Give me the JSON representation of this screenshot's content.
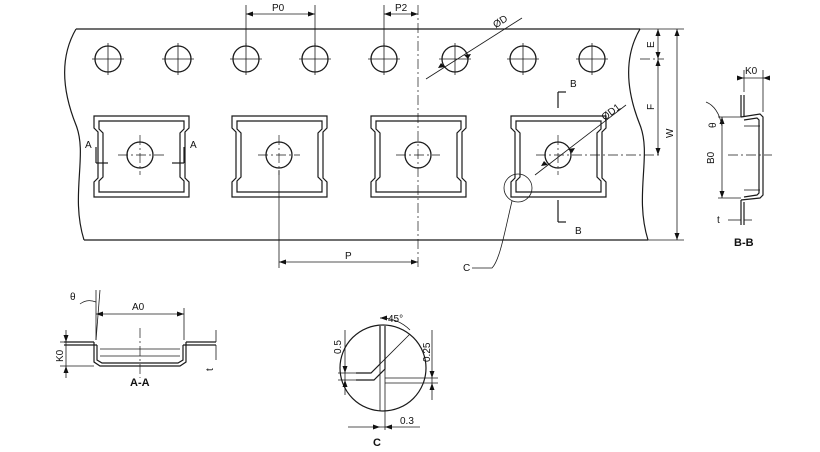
{
  "drawing": {
    "main_labels": {
      "p0": "P0",
      "p2": "P2",
      "d": "ØD",
      "d1": "ØD1",
      "e": "E",
      "f": "F",
      "w": "W",
      "p": "P",
      "a": "A",
      "b": "B",
      "c": "C"
    },
    "section_bb": {
      "k0": "K0",
      "b0": "B0",
      "t": "t",
      "theta": "θ",
      "title": "B-B"
    },
    "section_aa": {
      "theta": "θ",
      "a0": "A0",
      "k0": "K0",
      "t": "t",
      "title": "A-A"
    },
    "detail_c": {
      "angle": "45°",
      "dim_05": "0.5",
      "dim_025": "0.25",
      "dim_03": "0.3",
      "title": "C"
    }
  }
}
